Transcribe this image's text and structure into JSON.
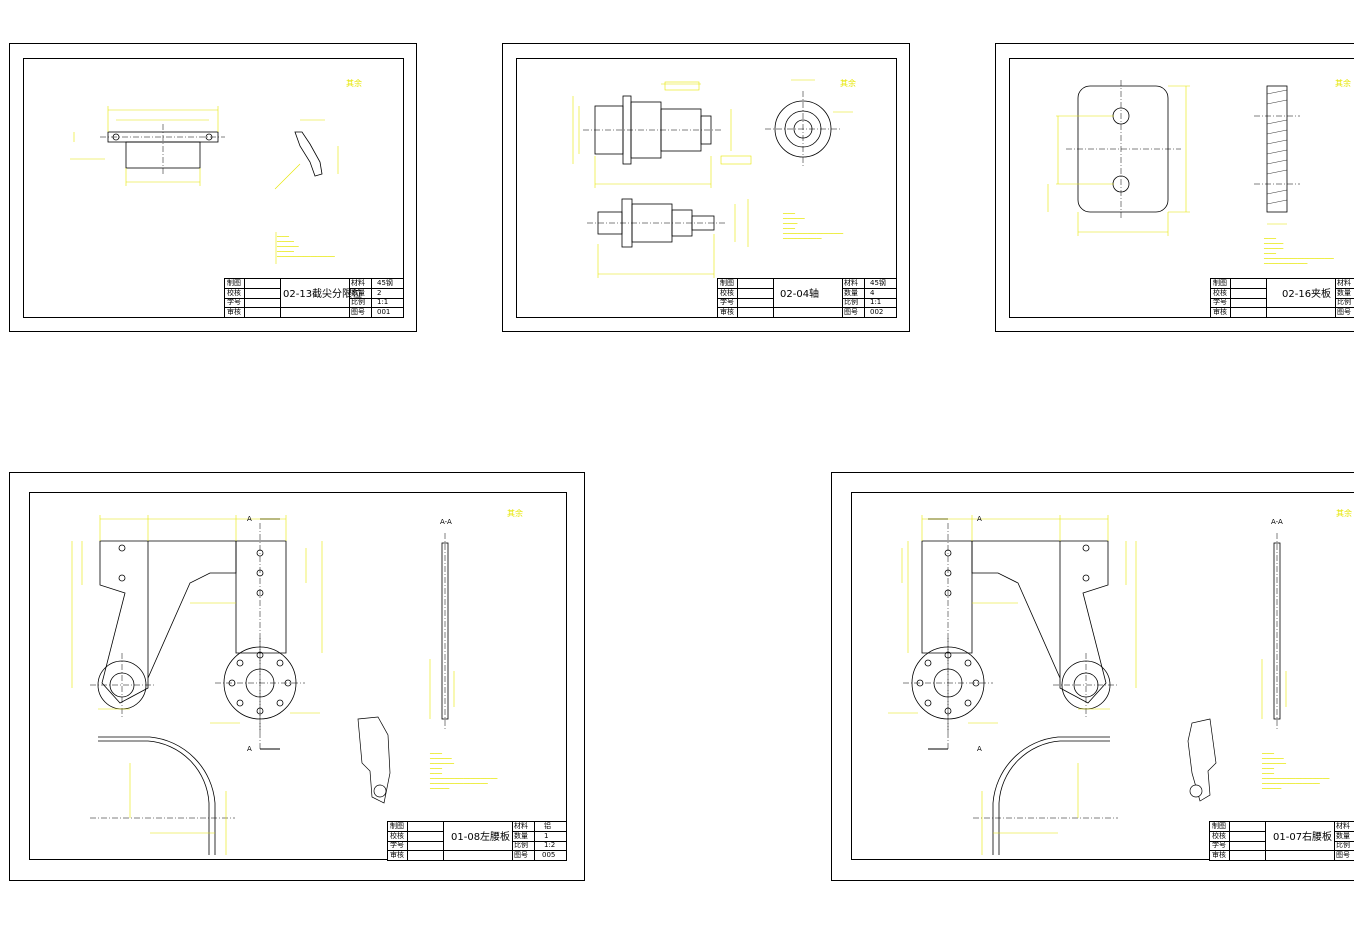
{
  "colors": {
    "background": "#ffffff",
    "outline": "#000000",
    "dimension": "#e6e600"
  },
  "sheets": [
    {
      "title": "02-13截尖分限位",
      "material_label": "材料",
      "material": "45钢",
      "qty_label": "数量",
      "qty": "2",
      "scale_label": "比例",
      "scale": "1:1",
      "no_label": "图号",
      "no": "001",
      "row_labels": [
        "制图",
        "校核",
        "审核",
        "学号"
      ],
      "rough": "其余"
    },
    {
      "title": "02-04轴",
      "material_label": "材料",
      "material": "45钢",
      "qty_label": "数量",
      "qty": "4",
      "scale_label": "比例",
      "scale": "1:1",
      "no_label": "图号",
      "no": "002",
      "row_labels": [
        "制图",
        "校核",
        "审核",
        "学号"
      ],
      "rough": "其余"
    },
    {
      "title": "02-16夹板",
      "material_label": "材料",
      "material": "",
      "qty_label": "数量",
      "qty": "",
      "scale_label": "比例",
      "scale": "",
      "no_label": "图号",
      "no": "",
      "row_labels": [
        "制图",
        "校核",
        "审核",
        "学号"
      ],
      "rough": "其余"
    },
    {
      "title": "01-08左腰板",
      "material_label": "材料",
      "material": "铝",
      "qty_label": "数量",
      "qty": "1",
      "scale_label": "比例",
      "scale": "1:2",
      "no_label": "图号",
      "no": "005",
      "row_labels": [
        "制图",
        "校核",
        "审核",
        "学号"
      ],
      "rough": "其余",
      "section": "A-A",
      "cut_marks": [
        "A",
        "A"
      ]
    },
    {
      "title": "01-07右腰板",
      "material_label": "材料",
      "material": "",
      "qty_label": "数量",
      "qty": "",
      "scale_label": "比例",
      "scale": "",
      "no_label": "图号",
      "no": "",
      "row_labels": [
        "制图",
        "校核",
        "审核",
        "学号"
      ],
      "rough": "其余",
      "section": "A-A",
      "cut_marks": [
        "A",
        "A"
      ]
    }
  ]
}
